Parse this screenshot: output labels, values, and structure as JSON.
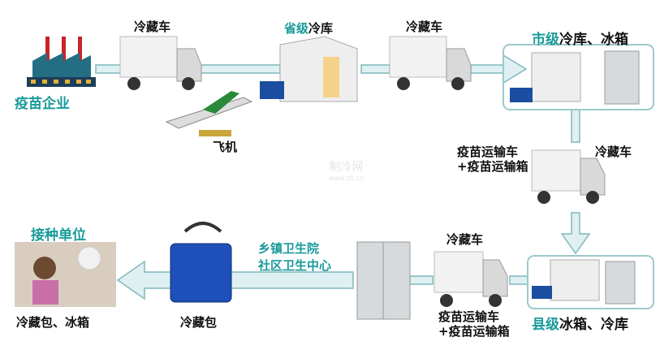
{
  "nodes": {
    "factory": "疫苗企业",
    "truck1": "冷藏车",
    "province_prefix": "省级",
    "province_suffix": "冷库",
    "truck2": "冷藏车",
    "city_prefix": "市级",
    "city_suffix": "冷库、冰箱",
    "plane": "飞机",
    "transport1_a": "疫苗运输车",
    "transport1_b": "+疫苗运输箱",
    "truck3": "冷藏车",
    "county_prefix": "县级",
    "county_suffix": "冰箱、冷库",
    "truck4": "冷藏车",
    "transport2_a": "疫苗运输车",
    "transport2_b": "+疫苗运输箱",
    "township_a": "乡镇卫生院",
    "township_b": "社区卫生中心",
    "coolbag": "冷藏包",
    "vaccination": "接种单位",
    "vaccination_sub": "冷藏包、冰箱"
  },
  "watermark": {
    "name": "制冷网",
    "url": "www.zlt.cn"
  },
  "colors": {
    "teal": "#1a9a9a",
    "arrow_fill": "#dff0f2",
    "arrow_stroke": "#7fb8bd"
  }
}
